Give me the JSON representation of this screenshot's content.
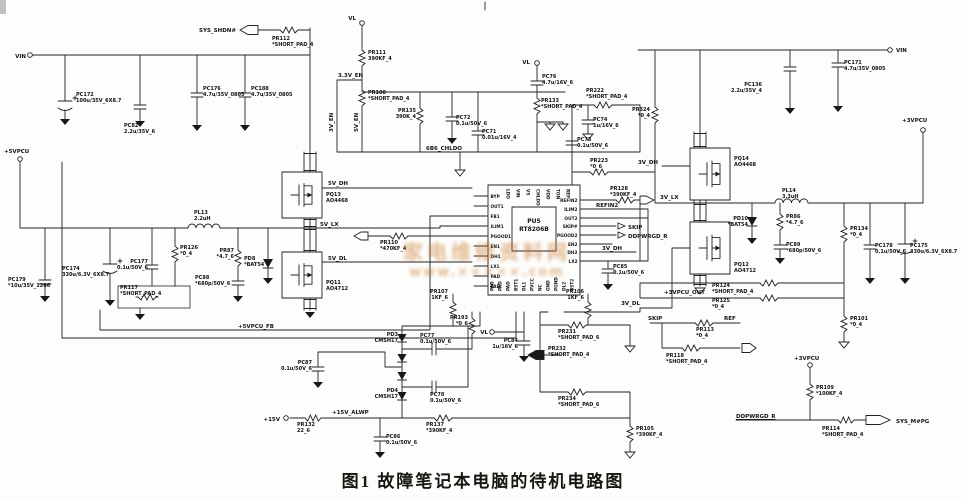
{
  "figure": {
    "caption": "图1  故障笔记本电脑的待机电路图"
  },
  "watermark": {
    "line1": "家电维修资料网",
    "line2": "www.×××××.com"
  },
  "ic": {
    "ref": "PU5",
    "part": "RT8206B",
    "pins_left": [
      "BYP",
      "OUT1",
      "FB1",
      "ILIM1",
      "PGOOD1",
      "EN1",
      "DH1",
      "LX1",
      "PAD",
      "PAD"
    ],
    "pins_right": [
      "REFIN2",
      "ILIM2",
      "OUT2",
      "SKIP#",
      "PGOOD2",
      "EN2",
      "DH2",
      "LX2"
    ],
    "pins_top": [
      "LDO",
      "VIN",
      "V5",
      "CHLDO",
      "VDD",
      "TON",
      "REF"
    ],
    "pins_bottom": [
      "PAD",
      "PAD",
      "PAD",
      "BST1",
      "DL1",
      "PVCC",
      "NC",
      "GND",
      "PGND",
      "DL2",
      "BST2"
    ]
  },
  "components": [
    {
      "ref": "PC172",
      "value": "100u/35V_6X8.7"
    },
    {
      "ref": "PC82",
      "value": "2.2u/35V_6"
    },
    {
      "ref": "PC176",
      "value": "4.7u/35V_0805"
    },
    {
      "ref": "PC188",
      "value": "4.7u/35V_0805"
    },
    {
      "ref": "PR112",
      "value": "*SHORT_PAD_4"
    },
    {
      "ref": "PR111",
      "value": "390KF_4"
    },
    {
      "ref": "PR108",
      "value": "*SHORT_PAD_4"
    },
    {
      "ref": "PR135",
      "value": "390K_4"
    },
    {
      "ref": "PC72",
      "value": "0.1u/50V_6"
    },
    {
      "ref": "PC71",
      "value": "0.01u/16V_4"
    },
    {
      "ref": "PC76",
      "value": "4.7u/16V_6"
    },
    {
      "ref": "PR133",
      "value": "*SHORT_PAD_4"
    },
    {
      "ref": "PR222",
      "value": "*SHORT_PAD_4"
    },
    {
      "ref": "PC74",
      "value": "1u/16V_6"
    },
    {
      "ref": "PC73",
      "value": "0.1u/50V_6"
    },
    {
      "ref": "PC136",
      "value": "2.2u/35V_4"
    },
    {
      "ref": "PC171",
      "value": "4.7u/35V_0805"
    },
    {
      "ref": "PR324",
      "value": "*0_4"
    },
    {
      "ref": "PQ14",
      "value": "AO4468"
    },
    {
      "ref": "PL14",
      "value": "3.3uH"
    },
    {
      "ref": "PR86",
      "value": "*4.7_6"
    },
    {
      "ref": "PC89",
      "value": "*680p/50V_6"
    },
    {
      "ref": "PD10",
      "value": "*BAT54"
    },
    {
      "ref": "PQ12",
      "value": "AO4712"
    },
    {
      "ref": "PR134",
      "value": "*0_4"
    },
    {
      "ref": "PC178",
      "value": "0.1u/50V_6"
    },
    {
      "ref": "PC175",
      "value": "330u/6.3V_6X8.7"
    },
    {
      "ref": "PR124",
      "value": "*SHORT_PAD_4"
    },
    {
      "ref": "PR125",
      "value": "*0_4"
    },
    {
      "ref": "PL13",
      "value": "2.2uH"
    },
    {
      "ref": "PR126",
      "value": "*0_4"
    },
    {
      "ref": "PC177",
      "value": "0.1u/50V_6"
    },
    {
      "ref": "PC174",
      "value": "330u/6.3V_6X8.7"
    },
    {
      "ref": "PC179",
      "value": "*10u/35V_1206"
    },
    {
      "ref": "PR117",
      "value": "*SHORT_PAD_4"
    },
    {
      "ref": "PR87",
      "value": "*4.7_6"
    },
    {
      "ref": "PC88",
      "value": "*680p/50V_6"
    },
    {
      "ref": "PD8",
      "value": "*BAT54"
    },
    {
      "ref": "PQ13",
      "value": "AO4468"
    },
    {
      "ref": "PQ11",
      "value": "AO4712"
    },
    {
      "ref": "PR110",
      "value": "*470KF_4"
    },
    {
      "ref": "PR107",
      "value": "1KF_6"
    },
    {
      "ref": "PR106",
      "value": "1KF_6"
    },
    {
      "ref": "PC85",
      "value": "0.1u/50V_6"
    },
    {
      "ref": "PR223",
      "value": "*0_6"
    },
    {
      "ref": "PR128",
      "value": "*390KF_4"
    },
    {
      "ref": "PD3",
      "value": "CMSH17"
    },
    {
      "ref": "PD4",
      "value": "CMSH17"
    },
    {
      "ref": "PC77",
      "value": "0.1u/50V_6"
    },
    {
      "ref": "PC78",
      "value": "0.1u/50V_6"
    },
    {
      "ref": "PC87",
      "value": "0.1u/50V_6"
    },
    {
      "ref": "PR193",
      "value": "*0_6"
    },
    {
      "ref": "PC84",
      "value": "1u/16V_6"
    },
    {
      "ref": "PR231",
      "value": "*SHORT_PAD_6"
    },
    {
      "ref": "PR232",
      "value": "*SHORT_PAD_4"
    },
    {
      "ref": "PR234",
      "value": "*SHORT_PAD_6"
    },
    {
      "ref": "PR137",
      "value": "*390KF_4"
    },
    {
      "ref": "PC86",
      "value": "0.1u/50V_6"
    },
    {
      "ref": "PR105",
      "value": "*390KF_4"
    },
    {
      "ref": "PR132",
      "value": "22_6"
    },
    {
      "ref": "PR113",
      "value": "*0_4"
    },
    {
      "ref": "PR118",
      "value": "*SHORT_PAD_4"
    },
    {
      "ref": "PR101",
      "value": "*0_4"
    },
    {
      "ref": "PR109",
      "value": "*100KF_4"
    },
    {
      "ref": "PR114",
      "value": "*SHORT_PAD_4"
    }
  ],
  "nets": [
    "VIN",
    "+5VPCU",
    "SYS_SHDN#",
    "3.3V_EN",
    "3V_EN",
    "5V_EN",
    "VL",
    "6B6_CHLDO",
    "5V_DH",
    "5V_LX",
    "5V_DL",
    "+5VPCU_FB",
    "VIN",
    "+3VPCU",
    "3V_DH",
    "3V_LX",
    "3V_DL",
    "+3VPCU_OUT",
    "REFIN2",
    "SKIP",
    "DDPWRGD_R",
    "3V_DH",
    "SKIP",
    "REF",
    "VL",
    "+15V",
    "+15V_ALWP",
    "+3VPCU",
    "DDPWRGD_R",
    "SYS_M#PG",
    "VL"
  ]
}
